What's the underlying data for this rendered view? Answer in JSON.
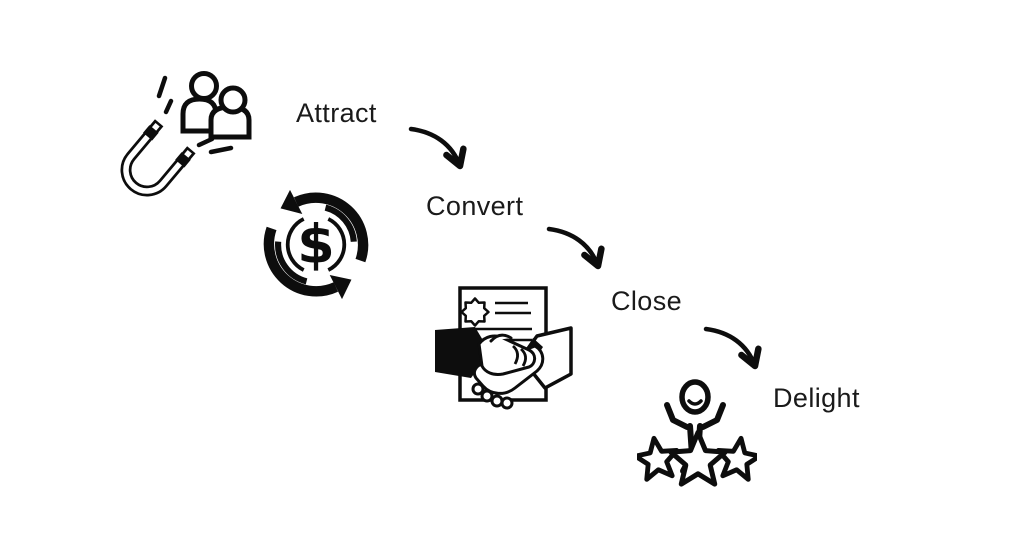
{
  "canvas": {
    "background": "#ffffff",
    "ink": "#0d0d0d",
    "text_color": "#1a1a1a"
  },
  "funnel": {
    "connector": "curved-arrow-down-right",
    "steps": [
      {
        "label": "Attract",
        "icon": "magnet-attracting-people-icon"
      },
      {
        "label": "Convert",
        "icon": "dollar-cycle-icon"
      },
      {
        "label": "Close",
        "icon": "contract-handshake-icon"
      },
      {
        "label": "Delight",
        "icon": "person-celebrating-stars-icon"
      }
    ]
  }
}
